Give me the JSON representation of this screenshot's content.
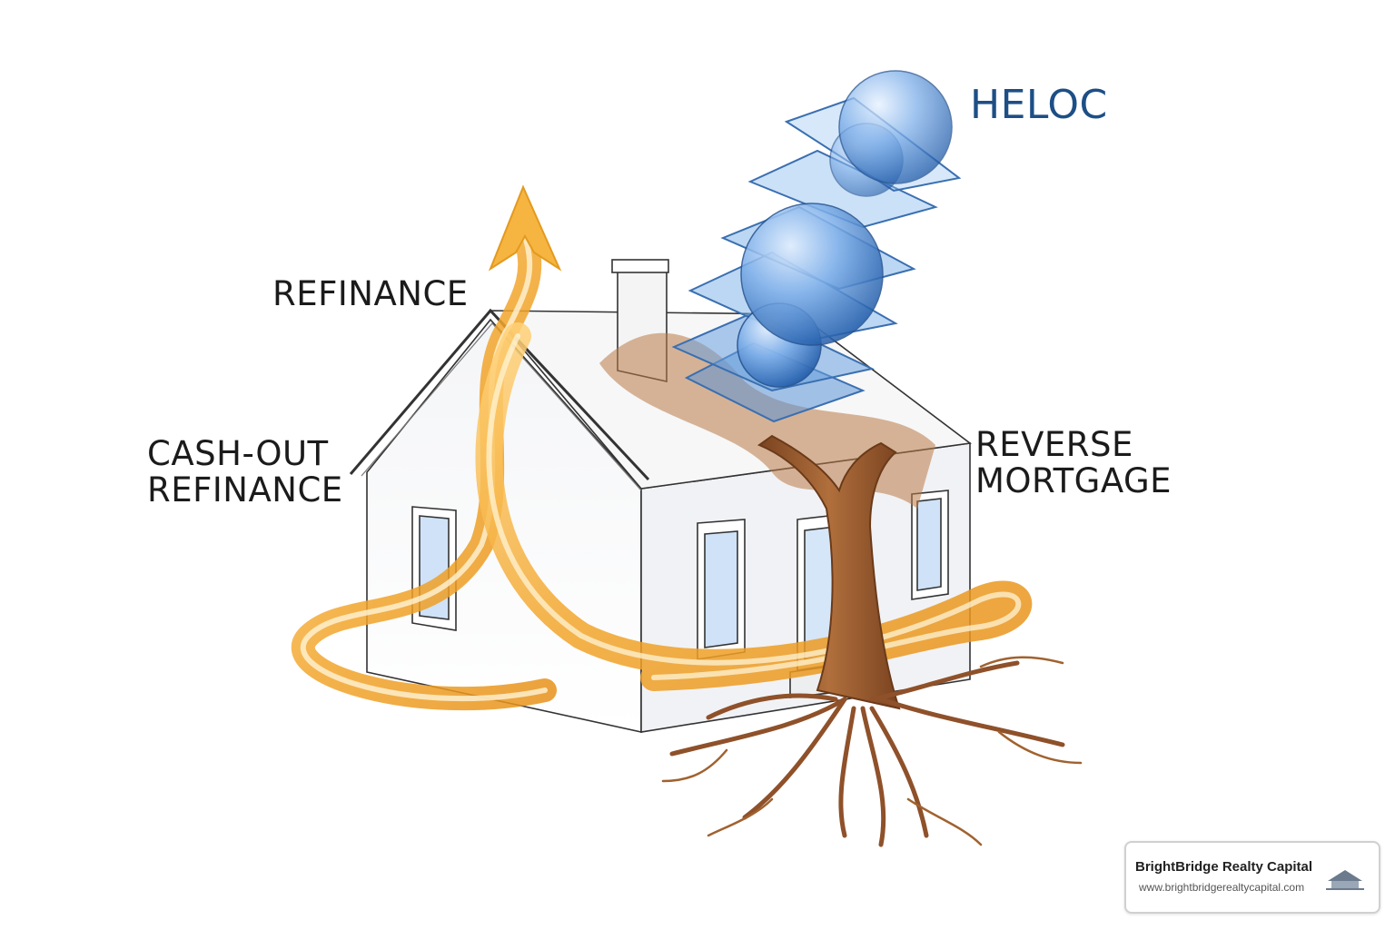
{
  "labels": {
    "heloc": "HELOC",
    "refinance": "REFINANCE",
    "cash_out_line1": "CASH-OUT",
    "cash_out_line2": "REFINANCE",
    "reverse_line1": "REVERSE",
    "reverse_line2": "MORTGAGE"
  },
  "branding": {
    "company_name": "BrightBridge Realty Capital",
    "website": "www.brightbridgerealtycapital.com"
  },
  "colors": {
    "heloc_text": "#1d4f86",
    "flow_orange": "#f2a52b",
    "tree_brown": "#9a5a2c",
    "glass_blue": "#5b93d6"
  }
}
